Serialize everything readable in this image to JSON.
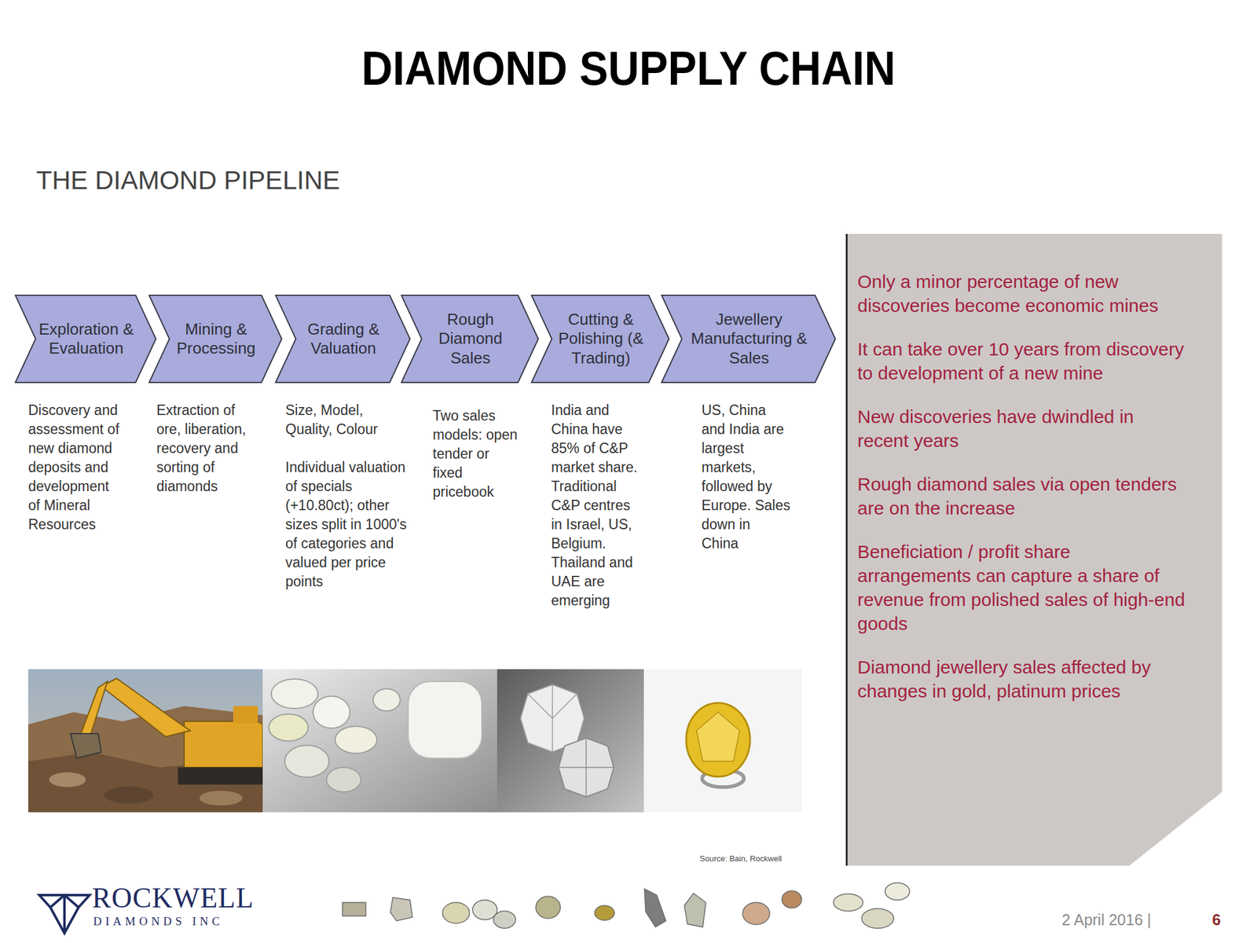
{
  "diagram": {
    "title": "DIAMOND SUPPLY CHAIN",
    "nodes": [
      {
        "text": [
          "Exploration & Evaluation"
        ]
      },
      {
        "text": [
          "Mining & Processing"
        ]
      },
      {
        "text": [
          "Grading & Valuation"
        ]
      },
      {
        "text": [
          "Rough Diamond Sales"
        ]
      },
      {
        "text": [
          "Cutting & Polishing (& Trading)"
        ]
      },
      {
        "text": [
          "Jewellery Manufacturing & Sales"
        ]
      },
      {
        "text": [
          "Only a minor percentage of new discoveries become economic mines",
          "It can take over 10 years from discovery to development of a new mine",
          "New discoveries have dwindled in recent years",
          "Rough diamond sales via open tenders are on the increase",
          "Beneficiation / profit share arrangements can capture a share of revenue from polished sales of high-end goods",
          "Diamond jewellery sales affected by changes in gold, platinum prices"
        ]
      }
    ],
    "labels": [
      "THE DIAMOND PIPELINE",
      "Discovery and assessment of new diamond deposits and development of Mineral Resources",
      "Extraction of ore, liberation, recovery and sorting of diamonds",
      "Size, Model, Quality, Colour",
      "Individual valuation of specials (+10.80ct); other sizes split in 1000's of categories and valued per price points",
      "Two sales models: open tender or fixed pricebook",
      "India and China have 85% of C&P market share. Traditional C&P centres in Israel, US, Belgium. Thailand and UAE are emerging",
      "US, China and India are largest markets, followed by Europe. Sales down in China",
      "Source: Bain, Rockwell",
      "ROCKWELL",
      "DIAMONDS INC",
      "2 April 2016 |",
      "6"
    ]
  }
}
